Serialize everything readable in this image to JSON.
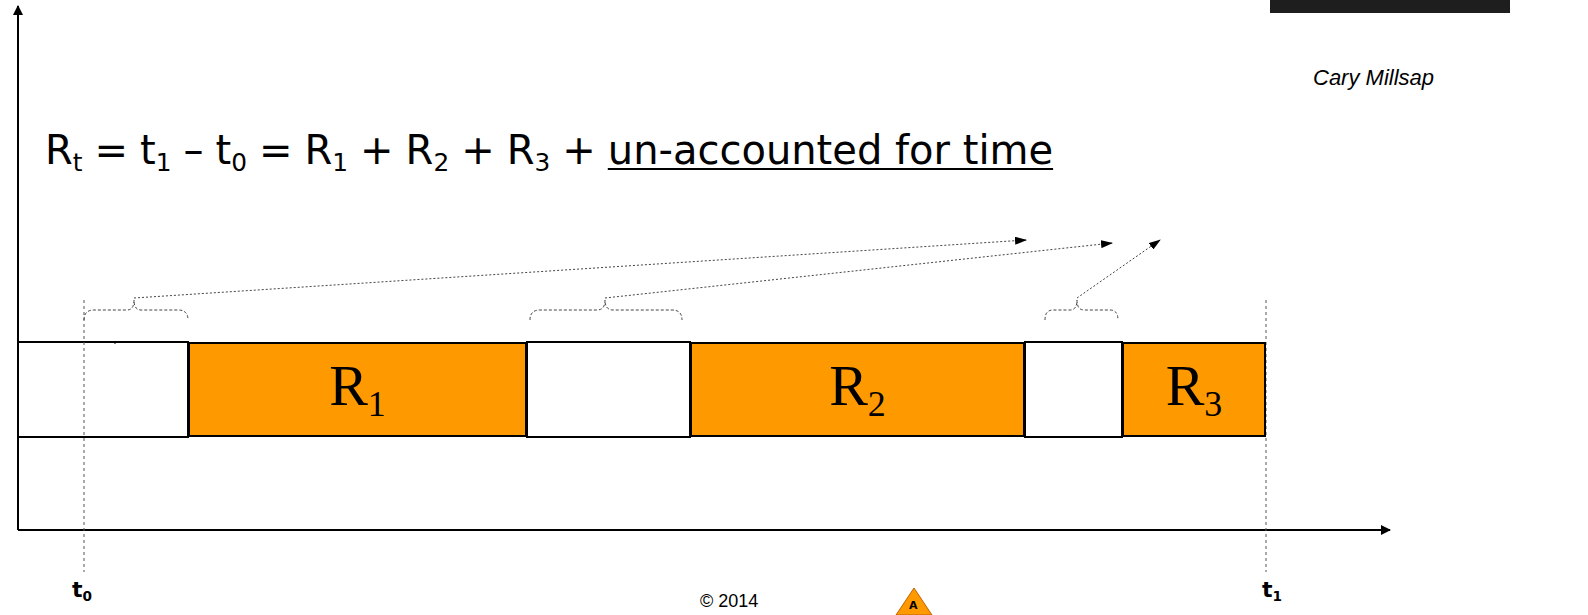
{
  "diagram": {
    "nodes": [
      {
        "text": [
          "R",
          "1"
        ]
      },
      {
        "text": [
          "R",
          "2"
        ]
      },
      {
        "text": [
          "R",
          "3"
        ]
      }
    ],
    "labels": [
      "Cary Millsap",
      "R",
      "t",
      "=",
      "t",
      "1",
      "–",
      "t",
      "0",
      "=",
      "R",
      "1",
      "+",
      "R",
      "2",
      "+",
      "R",
      "3",
      "+",
      "un-accounted for time",
      "t",
      "0",
      "t",
      "1",
      "© 2014",
      "A"
    ]
  }
}
